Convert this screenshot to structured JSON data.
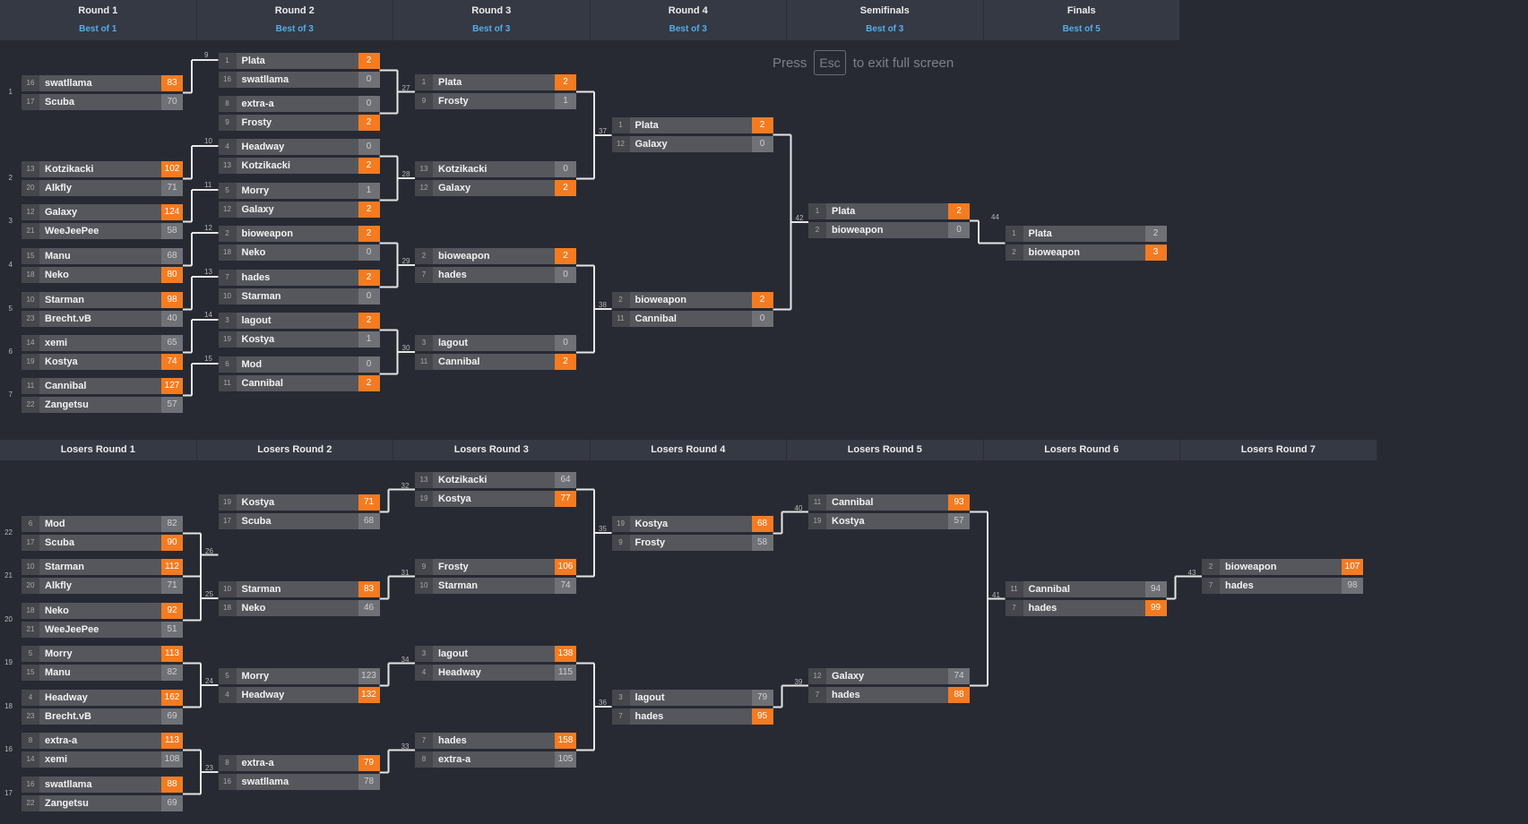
{
  "fullscreen_hint": {
    "prefix": "Press",
    "key": "Esc",
    "suffix": "to exit full screen"
  },
  "winners_rounds": [
    {
      "name": "Round 1",
      "best_of": "Best of 1"
    },
    {
      "name": "Round 2",
      "best_of": "Best of 3"
    },
    {
      "name": "Round 3",
      "best_of": "Best of 3"
    },
    {
      "name": "Round 4",
      "best_of": "Best of 3"
    },
    {
      "name": "Semifinals",
      "best_of": "Best of 3"
    },
    {
      "name": "Finals",
      "best_of": "Best of 5"
    }
  ],
  "losers_rounds": [
    {
      "name": "Losers Round 1"
    },
    {
      "name": "Losers Round 2"
    },
    {
      "name": "Losers Round 3"
    },
    {
      "name": "Losers Round 4"
    },
    {
      "name": "Losers Round 5"
    },
    {
      "name": "Losers Round 6"
    },
    {
      "name": "Losers Round 7"
    }
  ],
  "winners_matches": [
    {
      "id": "1",
      "p": [
        {
          "seed": "16",
          "name": "swatllama",
          "score": "83",
          "win": true
        },
        {
          "seed": "17",
          "name": "Scuba",
          "score": "70",
          "win": false
        }
      ]
    },
    {
      "id": "2",
      "p": [
        {
          "seed": "13",
          "name": "Kotzikacki",
          "score": "102",
          "win": true
        },
        {
          "seed": "20",
          "name": "Alkfly",
          "score": "71",
          "win": false
        }
      ]
    },
    {
      "id": "3",
      "p": [
        {
          "seed": "12",
          "name": "Galaxy",
          "score": "124",
          "win": true
        },
        {
          "seed": "21",
          "name": "WeeJeePee",
          "score": "58",
          "win": false
        }
      ]
    },
    {
      "id": "4",
      "p": [
        {
          "seed": "15",
          "name": "Manu",
          "score": "68",
          "win": false
        },
        {
          "seed": "18",
          "name": "Neko",
          "score": "80",
          "win": true
        }
      ]
    },
    {
      "id": "5",
      "p": [
        {
          "seed": "10",
          "name": "Starman",
          "score": "98",
          "win": true
        },
        {
          "seed": "23",
          "name": "Brecht.vB",
          "score": "40",
          "win": false
        }
      ]
    },
    {
      "id": "6",
      "p": [
        {
          "seed": "14",
          "name": "xemi",
          "score": "65",
          "win": false
        },
        {
          "seed": "19",
          "name": "Kostya",
          "score": "74",
          "win": true
        }
      ]
    },
    {
      "id": "7",
      "p": [
        {
          "seed": "11",
          "name": "Cannibal",
          "score": "127",
          "win": true
        },
        {
          "seed": "22",
          "name": "Zangetsu",
          "score": "57",
          "win": false
        }
      ]
    },
    {
      "id": "9",
      "p": [
        {
          "seed": "1",
          "name": "Plata",
          "score": "2",
          "win": true
        },
        {
          "seed": "16",
          "name": "swatllama",
          "score": "0",
          "win": false
        }
      ]
    },
    {
      "id": "8",
      "p": [
        {
          "seed": "8",
          "name": "extra-a",
          "score": "0",
          "win": false
        },
        {
          "seed": "9",
          "name": "Frosty",
          "score": "2",
          "win": true
        }
      ]
    },
    {
      "id": "10",
      "p": [
        {
          "seed": "4",
          "name": "Headway",
          "score": "0",
          "win": false
        },
        {
          "seed": "13",
          "name": "Kotzikacki",
          "score": "2",
          "win": true
        }
      ]
    },
    {
      "id": "11",
      "p": [
        {
          "seed": "5",
          "name": "Morry",
          "score": "1",
          "win": false
        },
        {
          "seed": "12",
          "name": "Galaxy",
          "score": "2",
          "win": true
        }
      ]
    },
    {
      "id": "12",
      "p": [
        {
          "seed": "2",
          "name": "bioweapon",
          "score": "2",
          "win": true
        },
        {
          "seed": "18",
          "name": "Neko",
          "score": "0",
          "win": false
        }
      ]
    },
    {
      "id": "13",
      "p": [
        {
          "seed": "7",
          "name": "hades",
          "score": "2",
          "win": true
        },
        {
          "seed": "10",
          "name": "Starman",
          "score": "0",
          "win": false
        }
      ]
    },
    {
      "id": "14",
      "p": [
        {
          "seed": "3",
          "name": "lagout",
          "score": "2",
          "win": true
        },
        {
          "seed": "19",
          "name": "Kostya",
          "score": "1",
          "win": false
        }
      ]
    },
    {
      "id": "15",
      "p": [
        {
          "seed": "6",
          "name": "Mod",
          "score": "0",
          "win": false
        },
        {
          "seed": "11",
          "name": "Cannibal",
          "score": "2",
          "win": true
        }
      ]
    },
    {
      "id": "27",
      "p": [
        {
          "seed": "1",
          "name": "Plata",
          "score": "2",
          "win": true
        },
        {
          "seed": "9",
          "name": "Frosty",
          "score": "1",
          "win": false
        }
      ]
    },
    {
      "id": "28",
      "p": [
        {
          "seed": "13",
          "name": "Kotzikacki",
          "score": "0",
          "win": false
        },
        {
          "seed": "12",
          "name": "Galaxy",
          "score": "2",
          "win": true
        }
      ]
    },
    {
      "id": "29",
      "p": [
        {
          "seed": "2",
          "name": "bioweapon",
          "score": "2",
          "win": true
        },
        {
          "seed": "7",
          "name": "hades",
          "score": "0",
          "win": false
        }
      ]
    },
    {
      "id": "30",
      "p": [
        {
          "seed": "3",
          "name": "lagout",
          "score": "0",
          "win": false
        },
        {
          "seed": "11",
          "name": "Cannibal",
          "score": "2",
          "win": true
        }
      ]
    },
    {
      "id": "37",
      "p": [
        {
          "seed": "1",
          "name": "Plata",
          "score": "2",
          "win": true
        },
        {
          "seed": "12",
          "name": "Galaxy",
          "score": "0",
          "win": false
        }
      ]
    },
    {
      "id": "38",
      "p": [
        {
          "seed": "2",
          "name": "bioweapon",
          "score": "2",
          "win": true
        },
        {
          "seed": "11",
          "name": "Cannibal",
          "score": "0",
          "win": false
        }
      ]
    },
    {
      "id": "42",
      "p": [
        {
          "seed": "1",
          "name": "Plata",
          "score": "2",
          "win": true
        },
        {
          "seed": "2",
          "name": "bioweapon",
          "score": "0",
          "win": false
        }
      ]
    },
    {
      "id": "44",
      "p": [
        {
          "seed": "1",
          "name": "Plata",
          "score": "2",
          "win": false
        },
        {
          "seed": "2",
          "name": "bioweapon",
          "score": "3",
          "win": true
        }
      ]
    }
  ],
  "losers_matches": [
    {
      "id": "22",
      "p": [
        {
          "seed": "6",
          "name": "Mod",
          "score": "82",
          "win": false
        },
        {
          "seed": "17",
          "name": "Scuba",
          "score": "90",
          "win": true
        }
      ]
    },
    {
      "id": "21",
      "p": [
        {
          "seed": "10",
          "name": "Starman",
          "score": "112",
          "win": true
        },
        {
          "seed": "20",
          "name": "Alkfly",
          "score": "71",
          "win": false
        }
      ]
    },
    {
      "id": "20",
      "p": [
        {
          "seed": "18",
          "name": "Neko",
          "score": "92",
          "win": true
        },
        {
          "seed": "21",
          "name": "WeeJeePee",
          "score": "51",
          "win": false
        }
      ]
    },
    {
      "id": "19",
      "p": [
        {
          "seed": "5",
          "name": "Morry",
          "score": "113",
          "win": true
        },
        {
          "seed": "15",
          "name": "Manu",
          "score": "82",
          "win": false
        }
      ]
    },
    {
      "id": "18",
      "p": [
        {
          "seed": "4",
          "name": "Headway",
          "score": "162",
          "win": true
        },
        {
          "seed": "23",
          "name": "Brecht.vB",
          "score": "69",
          "win": false
        }
      ]
    },
    {
      "id": "16",
      "p": [
        {
          "seed": "8",
          "name": "extra-a",
          "score": "113",
          "win": true
        },
        {
          "seed": "14",
          "name": "xemi",
          "score": "108",
          "win": false
        }
      ]
    },
    {
      "id": "17",
      "p": [
        {
          "seed": "16",
          "name": "swatllama",
          "score": "88",
          "win": true
        },
        {
          "seed": "22",
          "name": "Zangetsu",
          "score": "69",
          "win": false
        }
      ]
    },
    {
      "id": "26",
      "p": [
        {
          "seed": "19",
          "name": "Kostya",
          "score": "71",
          "win": true
        },
        {
          "seed": "17",
          "name": "Scuba",
          "score": "68",
          "win": false
        }
      ]
    },
    {
      "id": "25",
      "p": [
        {
          "seed": "10",
          "name": "Starman",
          "score": "83",
          "win": true
        },
        {
          "seed": "18",
          "name": "Neko",
          "score": "46",
          "win": false
        }
      ]
    },
    {
      "id": "24",
      "p": [
        {
          "seed": "5",
          "name": "Morry",
          "score": "123",
          "win": false
        },
        {
          "seed": "4",
          "name": "Headway",
          "score": "132",
          "win": true
        }
      ]
    },
    {
      "id": "23",
      "p": [
        {
          "seed": "8",
          "name": "extra-a",
          "score": "79",
          "win": true
        },
        {
          "seed": "16",
          "name": "swatllama",
          "score": "78",
          "win": false
        }
      ]
    },
    {
      "id": "32",
      "p": [
        {
          "seed": "13",
          "name": "Kotzikacki",
          "score": "64",
          "win": false
        },
        {
          "seed": "19",
          "name": "Kostya",
          "score": "77",
          "win": true
        }
      ]
    },
    {
      "id": "31",
      "p": [
        {
          "seed": "9",
          "name": "Frosty",
          "score": "106",
          "win": true
        },
        {
          "seed": "10",
          "name": "Starman",
          "score": "74",
          "win": false
        }
      ]
    },
    {
      "id": "34",
      "p": [
        {
          "seed": "3",
          "name": "lagout",
          "score": "138",
          "win": true
        },
        {
          "seed": "4",
          "name": "Headway",
          "score": "115",
          "win": false
        }
      ]
    },
    {
      "id": "33",
      "p": [
        {
          "seed": "7",
          "name": "hades",
          "score": "158",
          "win": true
        },
        {
          "seed": "8",
          "name": "extra-a",
          "score": "105",
          "win": false
        }
      ]
    },
    {
      "id": "35",
      "p": [
        {
          "seed": "19",
          "name": "Kostya",
          "score": "68",
          "win": true
        },
        {
          "seed": "9",
          "name": "Frosty",
          "score": "58",
          "win": false
        }
      ]
    },
    {
      "id": "36",
      "p": [
        {
          "seed": "3",
          "name": "lagout",
          "score": "79",
          "win": false
        },
        {
          "seed": "7",
          "name": "hades",
          "score": "95",
          "win": true
        }
      ]
    },
    {
      "id": "40",
      "p": [
        {
          "seed": "11",
          "name": "Cannibal",
          "score": "93",
          "win": true
        },
        {
          "seed": "19",
          "name": "Kostya",
          "score": "57",
          "win": false
        }
      ]
    },
    {
      "id": "39",
      "p": [
        {
          "seed": "12",
          "name": "Galaxy",
          "score": "74",
          "win": false
        },
        {
          "seed": "7",
          "name": "hades",
          "score": "88",
          "win": true
        }
      ]
    },
    {
      "id": "41",
      "p": [
        {
          "seed": "11",
          "name": "Cannibal",
          "score": "94",
          "win": false
        },
        {
          "seed": "7",
          "name": "hades",
          "score": "99",
          "win": true
        }
      ]
    },
    {
      "id": "43",
      "p": [
        {
          "seed": "2",
          "name": "bioweapon",
          "score": "107",
          "win": true
        },
        {
          "seed": "7",
          "name": "hades",
          "score": "98",
          "win": false
        }
      ]
    }
  ],
  "colors": {
    "background": "#272a33",
    "header": "#353944",
    "win": "#f57b20",
    "best_of": "#53aee8",
    "line": "#e6e6e6"
  }
}
